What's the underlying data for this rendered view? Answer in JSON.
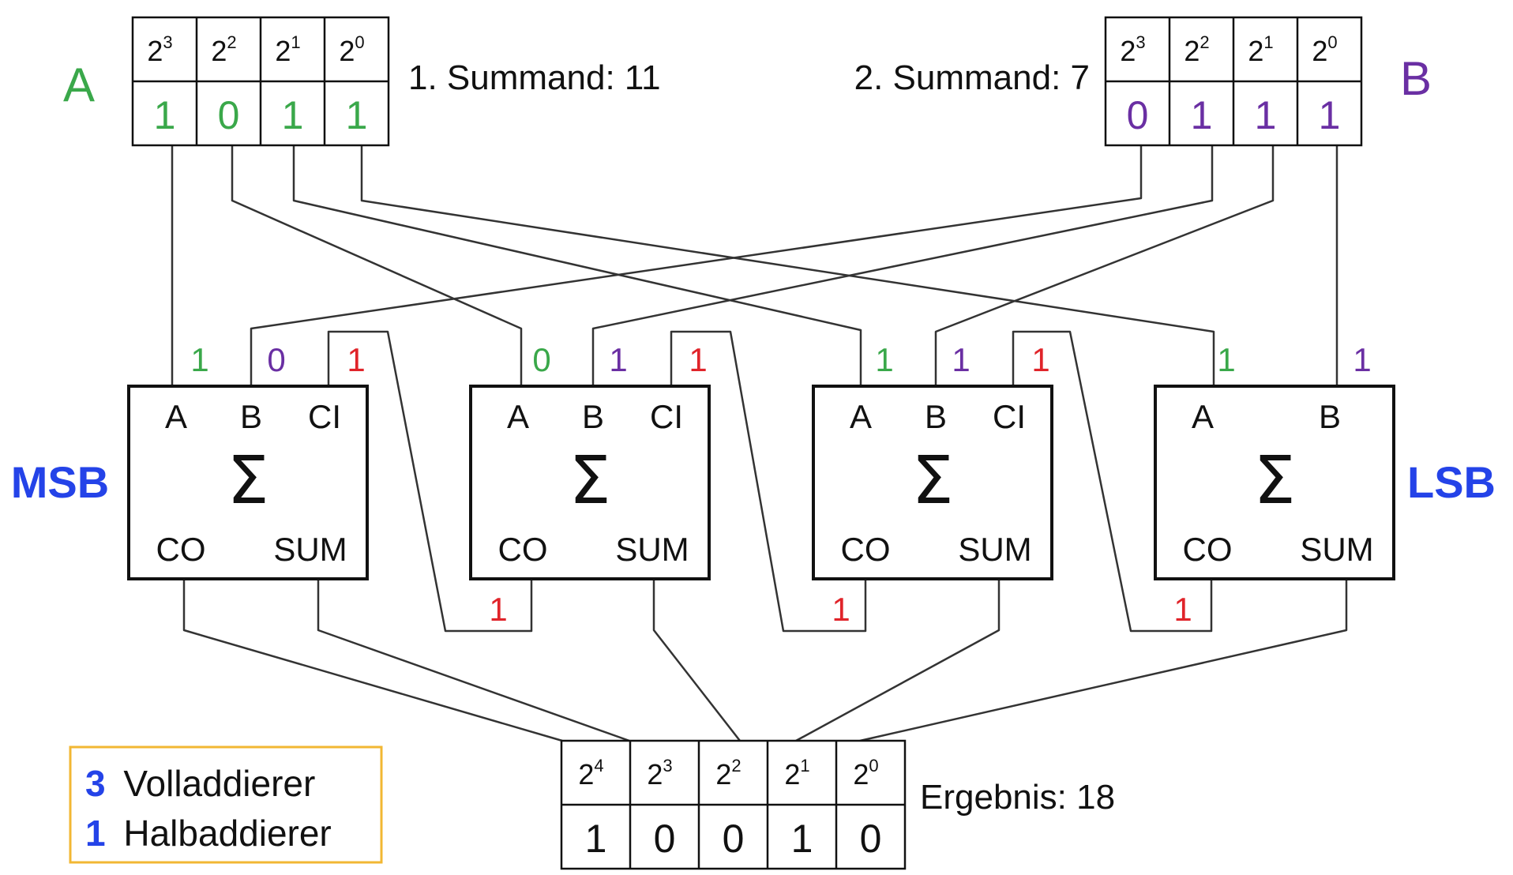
{
  "colors": {
    "a": "#3aa84a",
    "b": "#6a2fa3",
    "carry": "#e0242a",
    "side": "#2443e8",
    "legend_border": "#f2b733",
    "line": "#333333",
    "text": "#111111"
  },
  "register_a": {
    "letter": "A",
    "caption": "1. Summand: 11",
    "headers": [
      "2",
      "2",
      "2",
      "2"
    ],
    "exponents": [
      "3",
      "2",
      "1",
      "0"
    ],
    "bits": [
      "1",
      "0",
      "1",
      "1"
    ]
  },
  "register_b": {
    "letter": "B",
    "caption": "2. Summand: 7",
    "headers": [
      "2",
      "2",
      "2",
      "2"
    ],
    "exponents": [
      "3",
      "2",
      "1",
      "0"
    ],
    "bits": [
      "0",
      "1",
      "1",
      "1"
    ]
  },
  "msb_label": "MSB",
  "lsb_label": "LSB",
  "adders": [
    {
      "kind": "full",
      "symbol": "Σ",
      "port_a": "A",
      "port_b": "B",
      "port_ci": "CI",
      "port_co": "CO",
      "port_sum": "SUM",
      "in_a": "1",
      "in_b": "0",
      "in_ci": "1"
    },
    {
      "kind": "full",
      "symbol": "Σ",
      "port_a": "A",
      "port_b": "B",
      "port_ci": "CI",
      "port_co": "CO",
      "port_sum": "SUM",
      "in_a": "0",
      "in_b": "1",
      "in_ci": "1",
      "carry_out": "1"
    },
    {
      "kind": "full",
      "symbol": "Σ",
      "port_a": "A",
      "port_b": "B",
      "port_ci": "CI",
      "port_co": "CO",
      "port_sum": "SUM",
      "in_a": "1",
      "in_b": "1",
      "in_ci": "1",
      "carry_out": "1"
    },
    {
      "kind": "half",
      "symbol": "Σ",
      "port_a": "A",
      "port_b": "B",
      "port_co": "CO",
      "port_sum": "SUM",
      "in_a": "1",
      "in_b": "1",
      "carry_out": "1"
    }
  ],
  "result": {
    "caption": "Ergebnis: 18",
    "headers": [
      "2",
      "2",
      "2",
      "2",
      "2"
    ],
    "exponents": [
      "4",
      "3",
      "2",
      "1",
      "0"
    ],
    "bits": [
      "1",
      "0",
      "0",
      "1",
      "0"
    ]
  },
  "legend": {
    "full_count": "3",
    "full_label": "Volladdierer",
    "half_count": "1",
    "half_label": "Halbaddierer"
  }
}
